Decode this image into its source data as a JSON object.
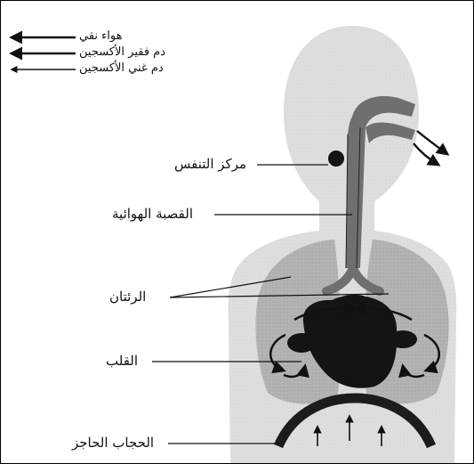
{
  "legend": {
    "items": [
      {
        "label": "هواء نقي",
        "icon": "arrow-left-icon"
      },
      {
        "label": "دم فقير الأكسجين",
        "icon": "arrow-left-icon"
      },
      {
        "label": "دم غني الأكسجين",
        "icon": "arrow-left-icon"
      }
    ]
  },
  "labels": {
    "respiratory_center": "مركز التنفس",
    "trachea": "القصبة الهوائية",
    "lungs": "الرئتان",
    "heart": "القلب",
    "diaphragm": "الحجاب الحاجز"
  },
  "colors": {
    "body": "#dedede",
    "lung": "#b3b3b3",
    "airway": "#6f6f6f",
    "heart": "#141414",
    "diaphragm": "#1c1c1c",
    "line": "#111111"
  }
}
